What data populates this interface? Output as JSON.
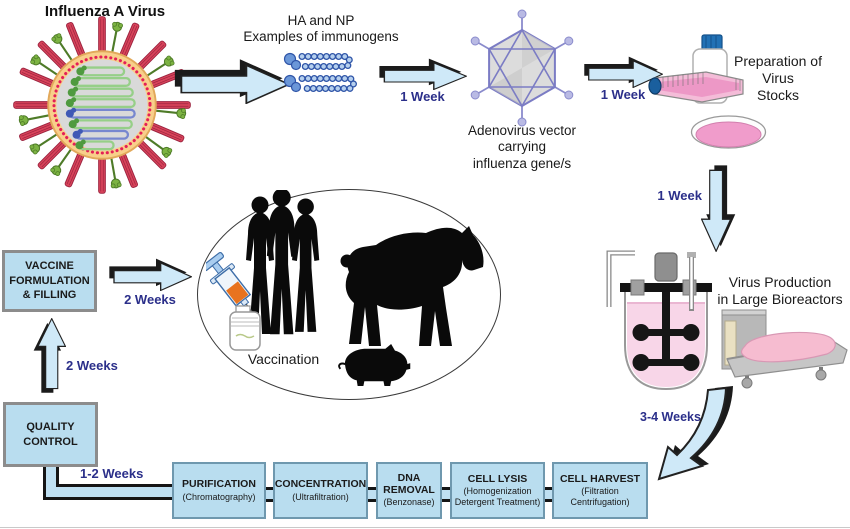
{
  "title": "Influenza A Virus",
  "captions": {
    "immunogens": "HA and NP\nExamples of immunogens",
    "adenovirus": "Adenovirus vector\ncarrying\ninfluenza gene/s",
    "virus_stocks": "Preparation of\nVirus\nStocks",
    "bioreactors": "Virus Production\nin Large Bioreactors",
    "vaccination": "Vaccination"
  },
  "durations": {
    "immunogens_to_adenovirus": "1 Week",
    "adenovirus_to_stocks": "1 Week",
    "stocks_to_bioreactors": "1 Week",
    "bioreactors_to_harvest": "3-4 Weeks",
    "purification_to_quality_control": "1-2 Weeks",
    "quality_control_to_formulation": "2 Weeks",
    "formulation_to_vaccination": "2 Weeks"
  },
  "process_boxes": [
    {
      "title": "PURIFICATION",
      "subtitle": "(Chromatography)"
    },
    {
      "title": "CONCENTRATION",
      "subtitle": "(Ultrafiltration)"
    },
    {
      "title": "DNA REMOVAL",
      "subtitle": "(Benzonase)"
    },
    {
      "title": "CELL LYSIS",
      "subtitle": "(Homogenization\nDetergent Treatment)"
    },
    {
      "title": "CELL HARVEST",
      "subtitle": "(Filtration\nCentrifugation)"
    }
  ],
  "stage_boxes": {
    "quality_control": "QUALITY\nCONTROL",
    "vaccine_formulation": "VACCINE\nFORMULATION\n& FILLING"
  },
  "colors": {
    "arrow_fill": "#cfe9f8",
    "box_fill": "#b9ddef",
    "process_border": "#6f98ae",
    "stage_border": "#8c8c8c",
    "pipe_fill": "#bfe0f2",
    "week_text": "#2b2f8a",
    "ink": "#1a1a1a"
  }
}
